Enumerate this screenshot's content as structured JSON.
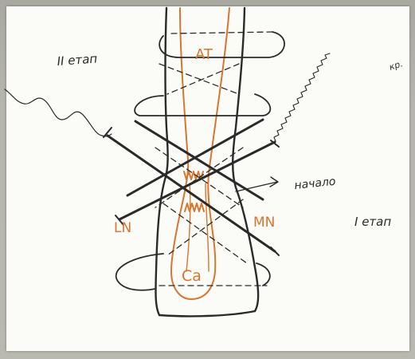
{
  "colors": {
    "pencil": "#2a2a2a",
    "orange": "#d8762f",
    "paper": "#fbfbf8",
    "background": "#b7b7af"
  },
  "labels": {
    "stage_two": "II етап",
    "stage_one": "I етап",
    "kr": "кр.",
    "nachalo": "начало",
    "at": "AT",
    "ca": "Ca",
    "ln": "LN",
    "mn": "MN"
  }
}
